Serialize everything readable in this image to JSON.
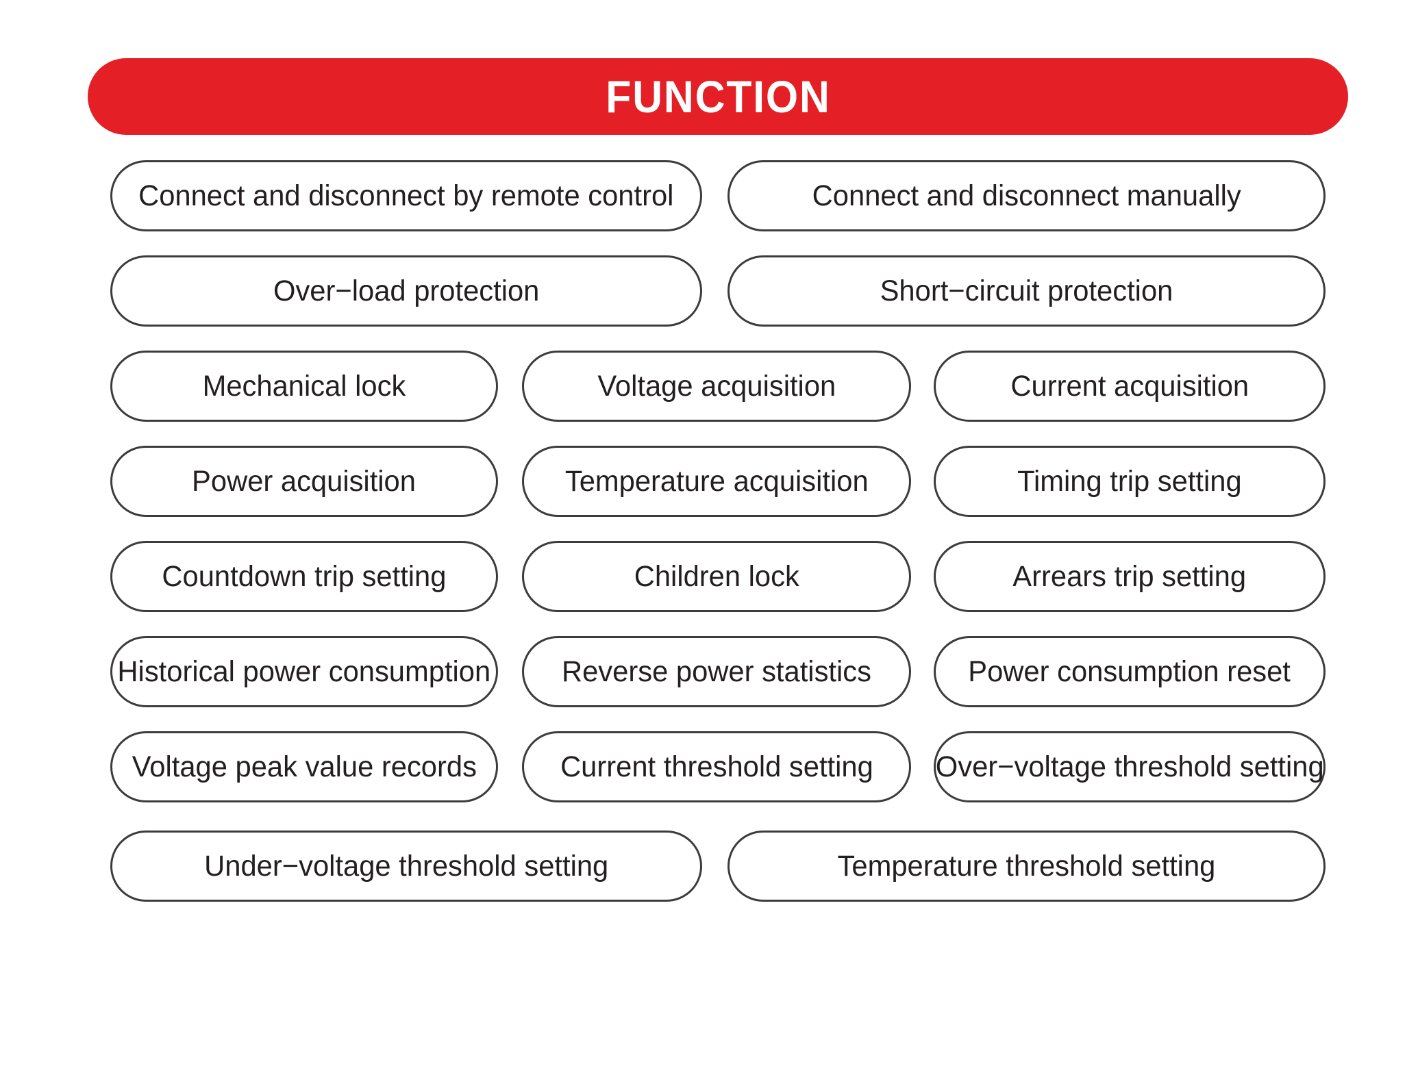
{
  "header": {
    "title": "FUNCTION",
    "background_color": "#E41F26",
    "text_color": "#FFFFFF"
  },
  "style": {
    "page_background": "#FFFFFF",
    "pill_border_color": "#3C3C3C",
    "pill_fill_color": "#FFFFFF",
    "pill_text_color": "#231F20"
  },
  "rows": [
    {
      "columns": 2,
      "items": [
        {
          "label": "Connect and disconnect by remote control"
        },
        {
          "label": "Connect and disconnect manually"
        }
      ]
    },
    {
      "columns": 2,
      "items": [
        {
          "label": "Over−load protection"
        },
        {
          "label": "Short−circuit protection"
        }
      ]
    },
    {
      "columns": 3,
      "items": [
        {
          "label": "Mechanical lock"
        },
        {
          "label": "Voltage acquisition"
        },
        {
          "label": "Current acquisition"
        }
      ]
    },
    {
      "columns": 3,
      "items": [
        {
          "label": "Power acquisition"
        },
        {
          "label": "Temperature acquisition"
        },
        {
          "label": "Timing trip setting"
        }
      ]
    },
    {
      "columns": 3,
      "items": [
        {
          "label": "Countdown trip setting"
        },
        {
          "label": "Children lock"
        },
        {
          "label": "Arrears trip setting"
        }
      ]
    },
    {
      "columns": 3,
      "items": [
        {
          "label": "Historical power consumption"
        },
        {
          "label": "Reverse power statistics"
        },
        {
          "label": "Power consumption reset"
        }
      ]
    },
    {
      "columns": 3,
      "items": [
        {
          "label": "Voltage peak value records"
        },
        {
          "label": "Current threshold setting"
        },
        {
          "label": "Over−voltage threshold setting"
        }
      ]
    },
    {
      "columns": 2,
      "items": [
        {
          "label": "Under−voltage threshold setting"
        },
        {
          "label": "Temperature threshold setting"
        }
      ]
    }
  ]
}
